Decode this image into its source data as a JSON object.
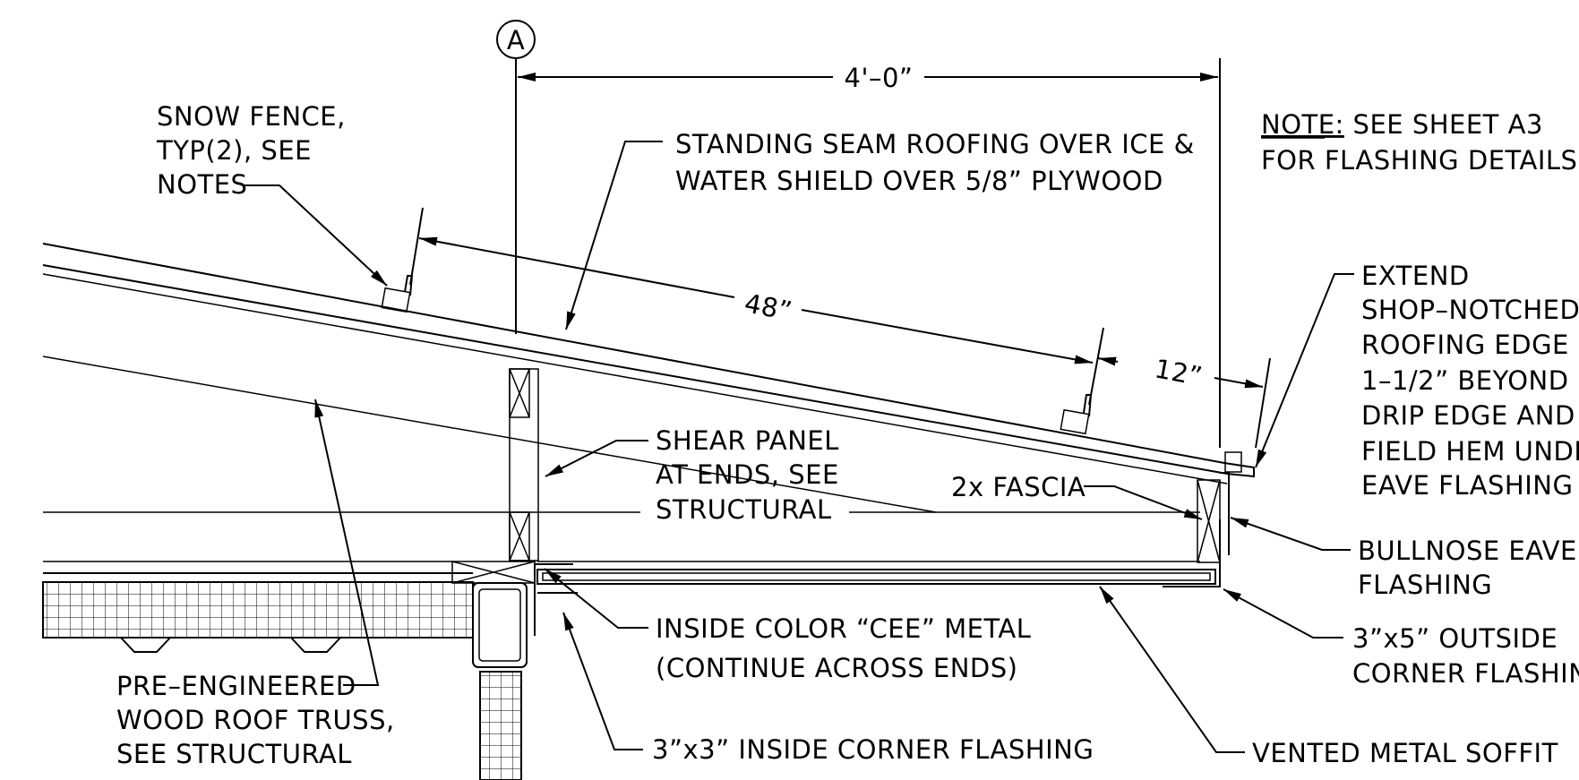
{
  "grid_bubble": "A",
  "dimensions": {
    "overall": "4'–0”",
    "snow_fence_spacing": "48”",
    "overhang": "12”"
  },
  "note": {
    "label": "NOTE:",
    "text_line1": " SEE SHEET A3",
    "text_line2": "FOR FLASHING DETAILS"
  },
  "callouts": {
    "snow_fence": [
      "SNOW FENCE,",
      "TYP(2), SEE",
      "NOTES"
    ],
    "roofing": [
      "STANDING SEAM ROOFING OVER ICE &",
      "WATER SHIELD OVER 5/8” PLYWOOD"
    ],
    "extend_edge": [
      "EXTEND",
      "SHOP–NOTCHED",
      "ROOFING EDGE",
      "1–1/2” BEYOND",
      "DRIP EDGE AND",
      "FIELD HEM UNDE",
      "EAVE FLASHING"
    ],
    "shear_panel": [
      "SHEAR PANEL",
      "AT ENDS, SEE",
      "STRUCTURAL"
    ],
    "fascia": "2x FASCIA",
    "bullnose": [
      "BULLNOSE EAVE",
      "FLASHING"
    ],
    "outside_corner": [
      "3”x5” OUTSIDE",
      "CORNER FLASHING"
    ],
    "inside_cee": [
      "INSIDE COLOR “CEE” METAL",
      "(CONTINUE ACROSS ENDS)"
    ],
    "truss": [
      "PRE–ENGINEERED",
      "WOOD ROOF TRUSS,",
      "SEE STRUCTURAL"
    ],
    "inside_corner": "3”x3” INSIDE CORNER FLASHING",
    "soffit": "VENTED METAL SOFFIT"
  }
}
